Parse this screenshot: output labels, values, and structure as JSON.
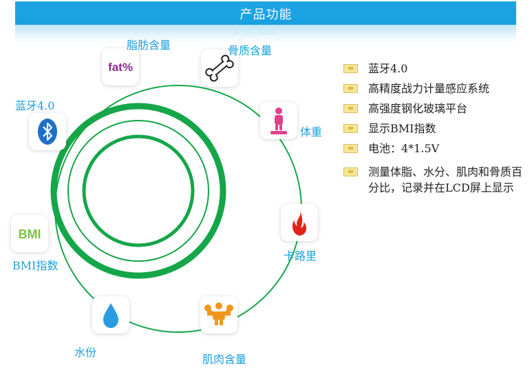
{
  "header": {
    "title": "产品功能",
    "ghost_text": "A  BM-S5RC"
  },
  "features": {
    "fat": {
      "label": "脂肪含量",
      "icon_text": "fat%"
    },
    "bone": {
      "label": "骨质含量"
    },
    "weight": {
      "label": "体重"
    },
    "calorie": {
      "label": "卡路里"
    },
    "muscle": {
      "label": "肌肉含量"
    },
    "water": {
      "label": "水份"
    },
    "bmi": {
      "label": "BMI指数",
      "icon_text": "BMI"
    },
    "bluetooth": {
      "label": "蓝牙4.0"
    }
  },
  "bullets": [
    "蓝牙4.0",
    "高精度战力计量感应系统",
    "高强度钢化玻璃平台",
    "显示BMI指数",
    "电池：4*1.5V",
    "测量体脂、水分、肌肉和骨质百分比，记录并在LCD屏上显示"
  ],
  "colors": {
    "header": "#1fa4e2",
    "ring": "#16a64a",
    "label": "#1aa0dc",
    "fat_icon": "#8b2e8c",
    "weight_icon": "#e0428a",
    "calorie_icon": "#e2231a",
    "muscle_icon": "#f0961e",
    "water_icon": "#2a9be0",
    "bmi_icon": "#7cc142",
    "bluetooth_icon": "#1f6fc8"
  }
}
